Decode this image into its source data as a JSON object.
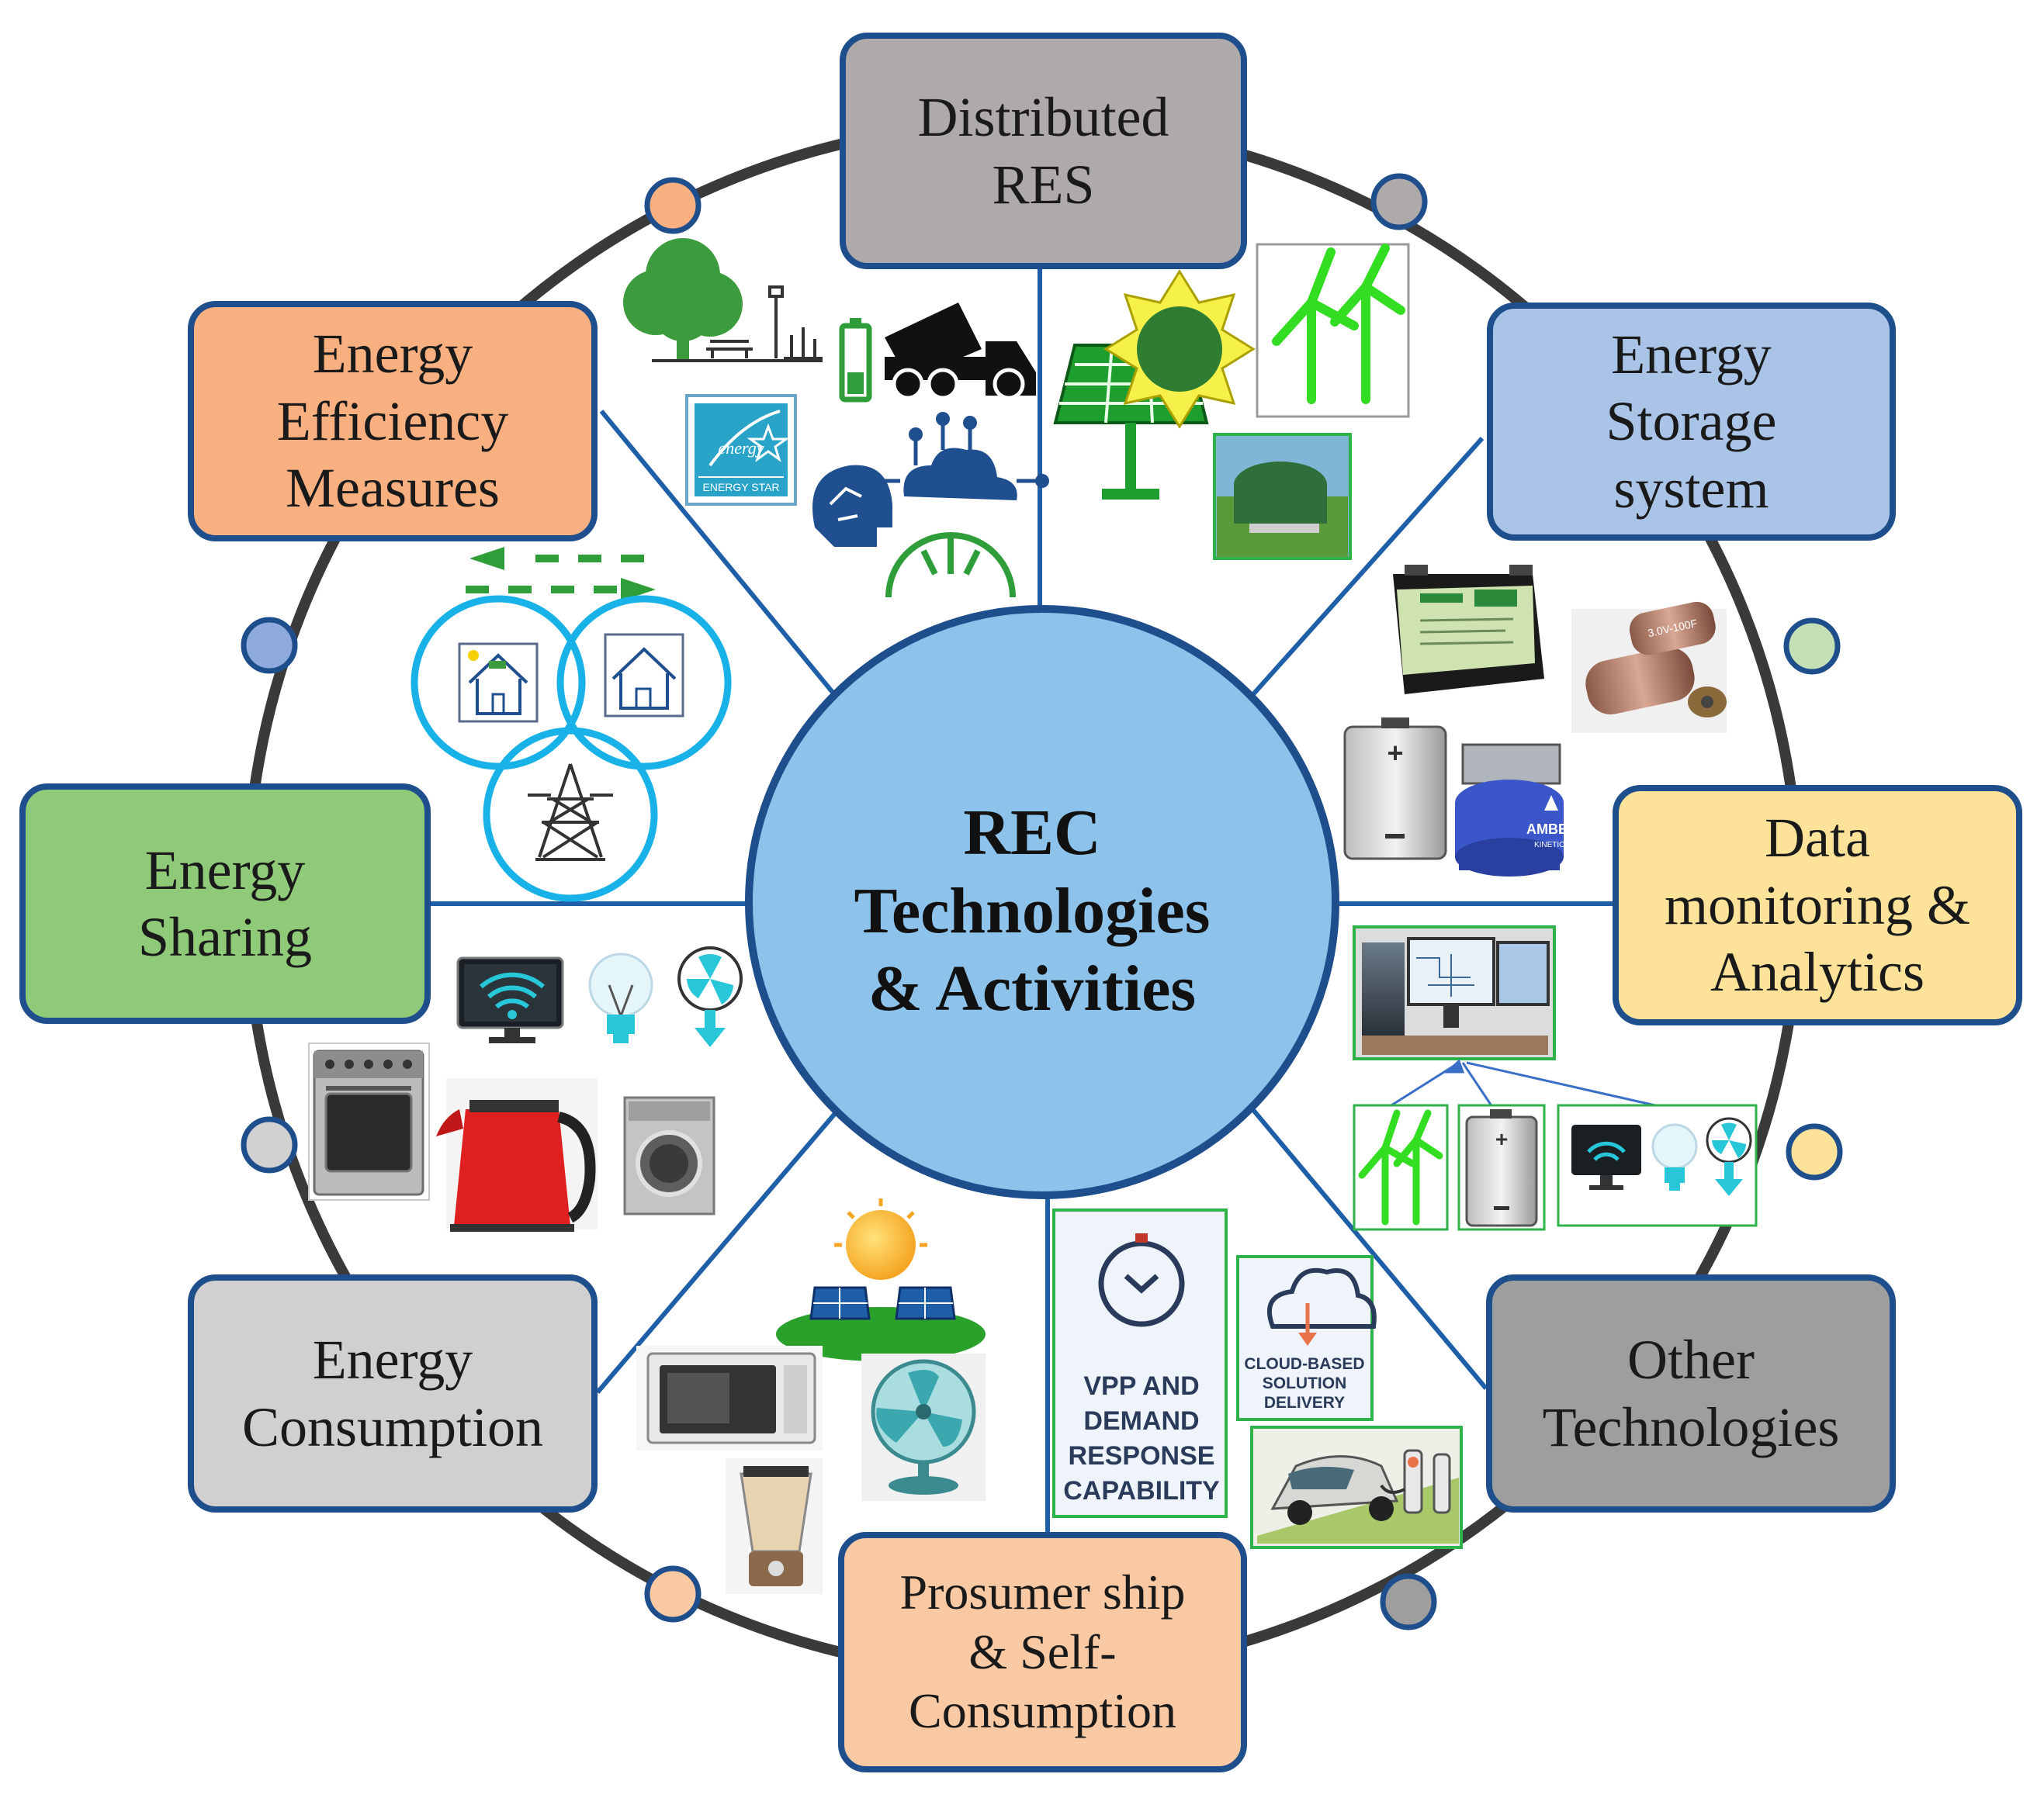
{
  "center": {
    "title": "REC\nTechnologies\n& Activities"
  },
  "categories": [
    {
      "id": "distributed-res",
      "label": "Distributed\nRES",
      "fill": "#aeaaaa"
    },
    {
      "id": "energy-storage",
      "label": "Energy\nStorage\nsystem",
      "fill": "#a9c4e6"
    },
    {
      "id": "data-monitoring",
      "label": "Data\nmonitoring &\nAnalytics",
      "fill": "#fde39a"
    },
    {
      "id": "other-technologies",
      "label": "Other\nTechnologies",
      "fill": "#9e9e9e"
    },
    {
      "id": "prosumer-ship",
      "label": "Prosumer ship\n& Self-\nConsumption",
      "fill": "#f9c9a4"
    },
    {
      "id": "energy-consumption",
      "label": "Energy\nConsumption",
      "fill": "#d1cfcf"
    },
    {
      "id": "energy-sharing",
      "label": "Energy\nSharing",
      "fill": "#8fca79"
    },
    {
      "id": "energy-efficiency",
      "label": "Energy\nEfficiency\nMeasures",
      "fill": "#f8b081"
    }
  ],
  "icon_labels": {
    "vpp": [
      "VPP AND",
      "DEMAND",
      "RESPONSE",
      "CAPABILITY"
    ],
    "cloud": [
      "CLOUD-BASED",
      "SOLUTION",
      "DELIVERY"
    ],
    "energy_star": "ENERGY STAR",
    "energy_star_script": "energy",
    "capacitor": "3.0V-100F",
    "amber": "AMBER",
    "amber_sub": "KINETICS"
  },
  "colors": {
    "ring": "#3a3a3a",
    "spoke": "#1f5fa8",
    "center_fill": "#8dc3ea",
    "center_border": "#1f4e8c",
    "box_border": "#1f4e8c",
    "wind_green": "#33dd22",
    "sharing_circle": "#19b2e8"
  }
}
